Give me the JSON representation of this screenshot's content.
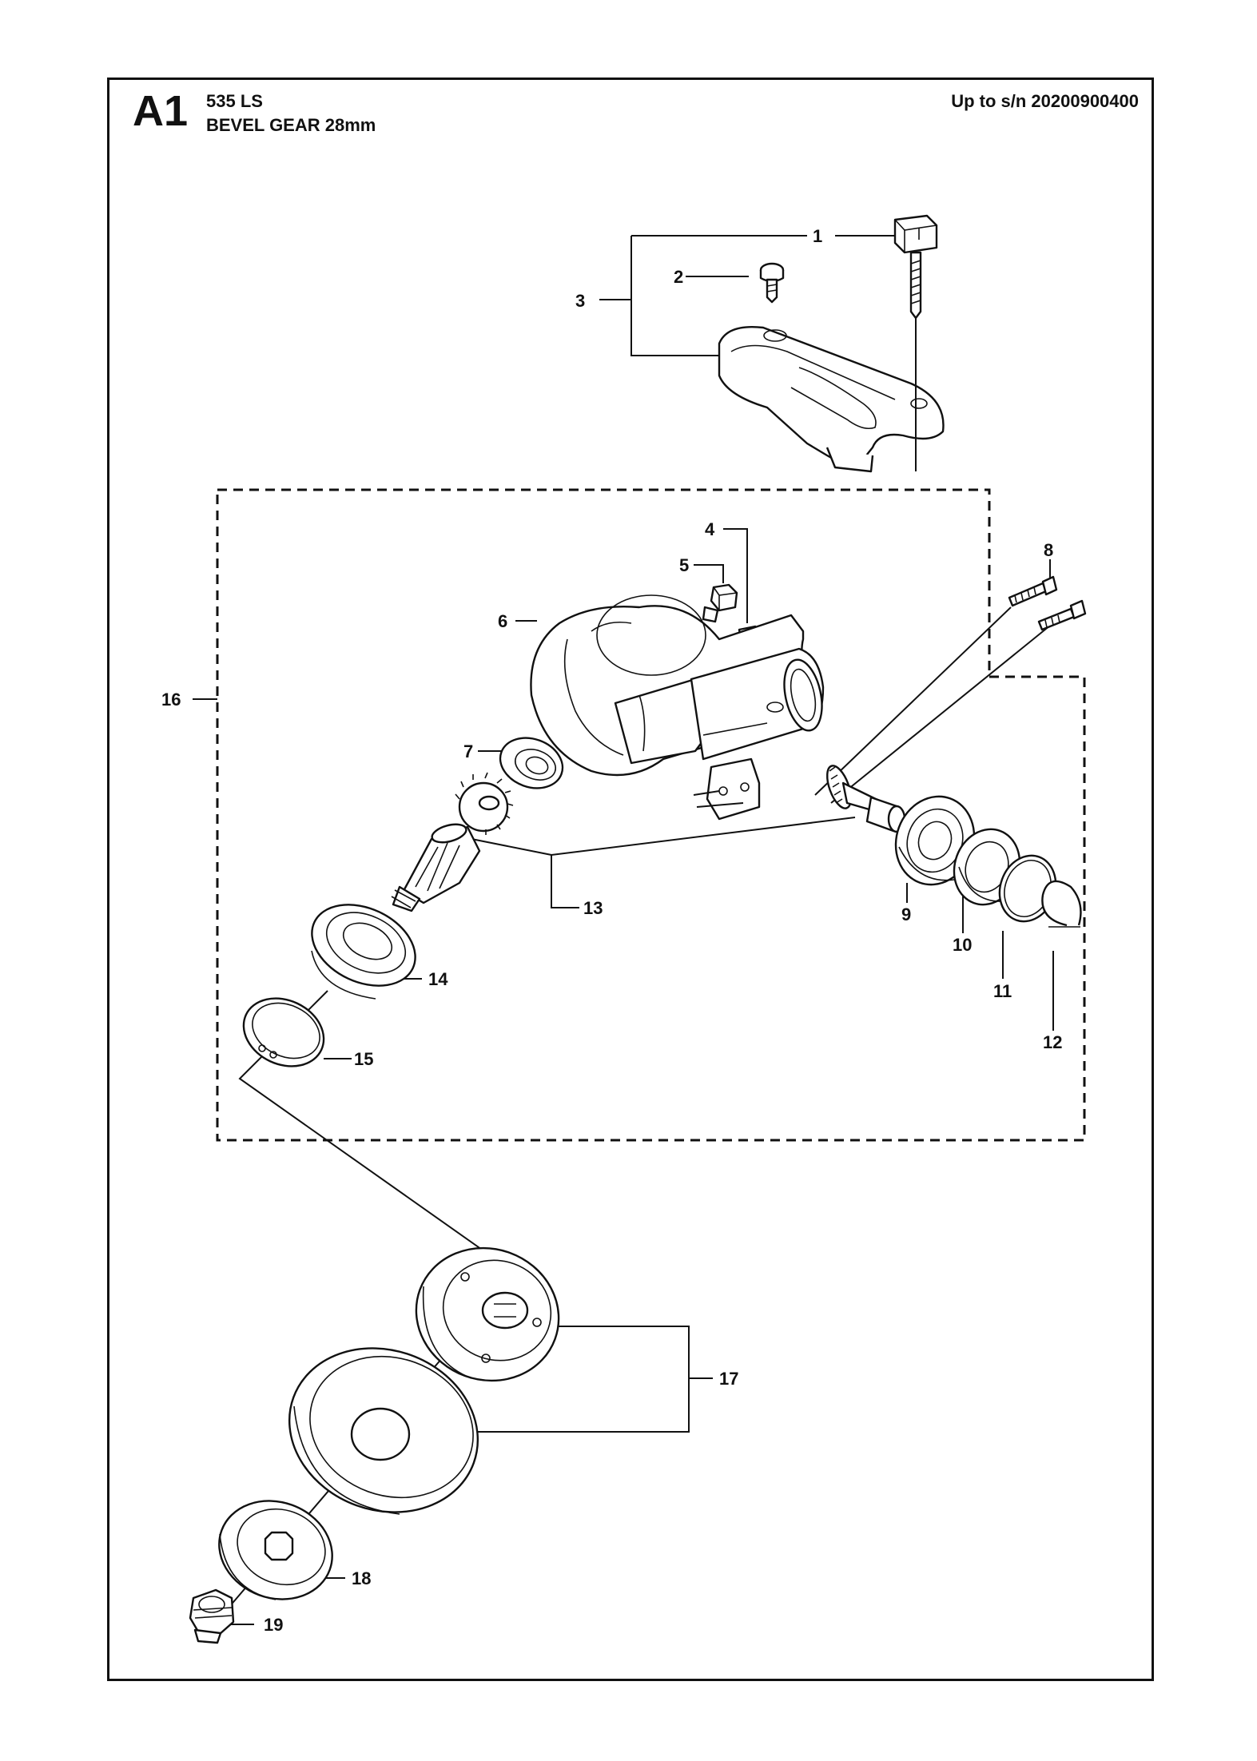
{
  "header": {
    "section_id": "A1",
    "model": "535 LS",
    "assembly": "BEVEL GEAR 28mm",
    "serial_note": "Up to s/n 20200900400"
  },
  "callouts": [
    "1",
    "2",
    "3",
    "4",
    "5",
    "6",
    "7",
    "8",
    "9",
    "10",
    "11",
    "12",
    "13",
    "14",
    "15",
    "16",
    "17",
    "18",
    "19"
  ]
}
